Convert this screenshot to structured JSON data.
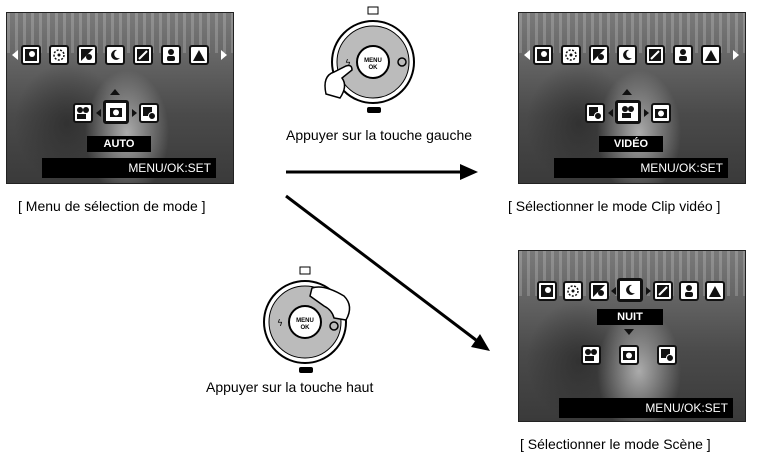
{
  "screens": {
    "mode_menu": {
      "mode_label": "AUTO",
      "set_hint": "MENU/OK:SET",
      "caption": "[ Menu de sélection de mode ]"
    },
    "clip_video": {
      "mode_label": "VIDÉO",
      "set_hint": "MENU/OK:SET",
      "caption": "[ Sélectionner le mode Clip vidéo ]"
    },
    "scene": {
      "mode_label": "NUIT",
      "set_hint": "MENU/OK:SET",
      "caption": "[ Sélectionner le mode Scène ]"
    }
  },
  "steps": {
    "left": {
      "instruction": "Appuyer sur la touche gauche"
    },
    "up": {
      "instruction": "Appuyer sur la touche haut"
    }
  },
  "dial": {
    "center_label_top": "MENU",
    "center_label_bottom": "OK"
  },
  "icons": [
    "portrait-flash-icon",
    "fireworks-icon",
    "backlight-icon",
    "night-icon",
    "text-icon",
    "portrait-icon",
    "landscape-icon",
    "movie-icon",
    "camera-icon",
    "playback-icon"
  ]
}
